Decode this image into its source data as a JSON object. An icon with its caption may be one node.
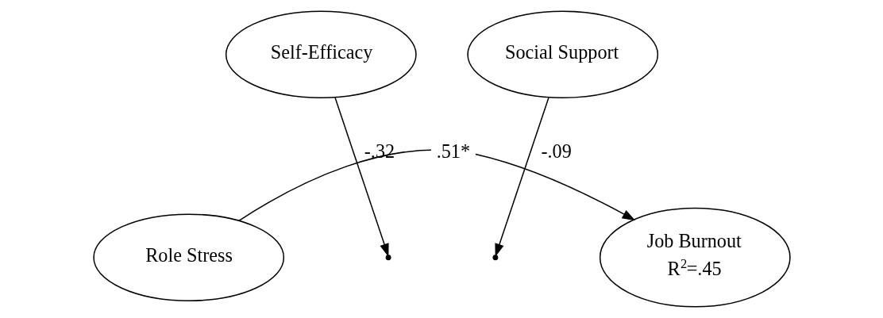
{
  "diagram": {
    "nodes": [
      {
        "text": [
          "Self-Efficacy"
        ]
      },
      {
        "text": [
          "Social Support"
        ]
      },
      {
        "text": [
          "Role Stress"
        ]
      },
      {
        "text": [
          "Job Burnout",
          "R$^{2}$=.45"
        ]
      }
    ],
    "edges": [
      {
        "from": 0,
        "to": null,
        "arrow": "to",
        "label": "-.32"
      },
      {
        "from": 1,
        "to": null,
        "arrow": "to",
        "label": "-.09"
      },
      {
        "from": 2,
        "to": 3,
        "arrow": "to",
        "label": ".51*"
      }
    ]
  }
}
